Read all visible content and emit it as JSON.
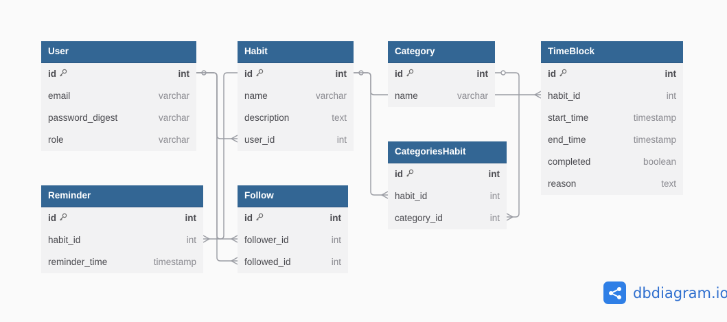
{
  "tables": [
    {
      "id": "user",
      "name": "User",
      "fields": [
        {
          "name": "id",
          "type": "int",
          "pk": true
        },
        {
          "name": "email",
          "type": "varchar"
        },
        {
          "name": "password_digest",
          "type": "varchar"
        },
        {
          "name": "role",
          "type": "varchar"
        }
      ]
    },
    {
      "id": "habit",
      "name": "Habit",
      "fields": [
        {
          "name": "id",
          "type": "int",
          "pk": true
        },
        {
          "name": "name",
          "type": "varchar"
        },
        {
          "name": "description",
          "type": "text"
        },
        {
          "name": "user_id",
          "type": "int"
        }
      ]
    },
    {
      "id": "category",
      "name": "Category",
      "fields": [
        {
          "name": "id",
          "type": "int",
          "pk": true
        },
        {
          "name": "name",
          "type": "varchar"
        }
      ]
    },
    {
      "id": "timeblock",
      "name": "TimeBlock",
      "fields": [
        {
          "name": "id",
          "type": "int",
          "pk": true
        },
        {
          "name": "habit_id",
          "type": "int"
        },
        {
          "name": "start_time",
          "type": "timestamp"
        },
        {
          "name": "end_time",
          "type": "timestamp"
        },
        {
          "name": "completed",
          "type": "boolean"
        },
        {
          "name": "reason",
          "type": "text"
        }
      ]
    },
    {
      "id": "categorieshabit",
      "name": "CategoriesHabit",
      "fields": [
        {
          "name": "id",
          "type": "int",
          "pk": true
        },
        {
          "name": "habit_id",
          "type": "int"
        },
        {
          "name": "category_id",
          "type": "int"
        }
      ]
    },
    {
      "id": "reminder",
      "name": "Reminder",
      "fields": [
        {
          "name": "id",
          "type": "int",
          "pk": true
        },
        {
          "name": "habit_id",
          "type": "int"
        },
        {
          "name": "reminder_time",
          "type": "timestamp"
        }
      ]
    },
    {
      "id": "follow",
      "name": "Follow",
      "fields": [
        {
          "name": "id",
          "type": "int",
          "pk": true
        },
        {
          "name": "follower_id",
          "type": "int"
        },
        {
          "name": "followed_id",
          "type": "int"
        }
      ]
    }
  ],
  "relationships": [
    {
      "from": "user.id",
      "to": "habit.user_id"
    },
    {
      "from": "user.id",
      "to": "follow.follower_id"
    },
    {
      "from": "user.id",
      "to": "follow.followed_id"
    },
    {
      "from": "habit.id",
      "to": "reminder.habit_id"
    },
    {
      "from": "habit.id",
      "to": "categorieshabit.habit_id"
    },
    {
      "from": "habit.id",
      "to": "timeblock.habit_id"
    },
    {
      "from": "category.id",
      "to": "categorieshabit.category_id"
    }
  ],
  "brand": {
    "name": "dbdiagram.io"
  },
  "colors": {
    "header": "#336694",
    "body": "#f2f2f3",
    "line": "#9a9ca3",
    "brand": "#2f7fe6"
  }
}
